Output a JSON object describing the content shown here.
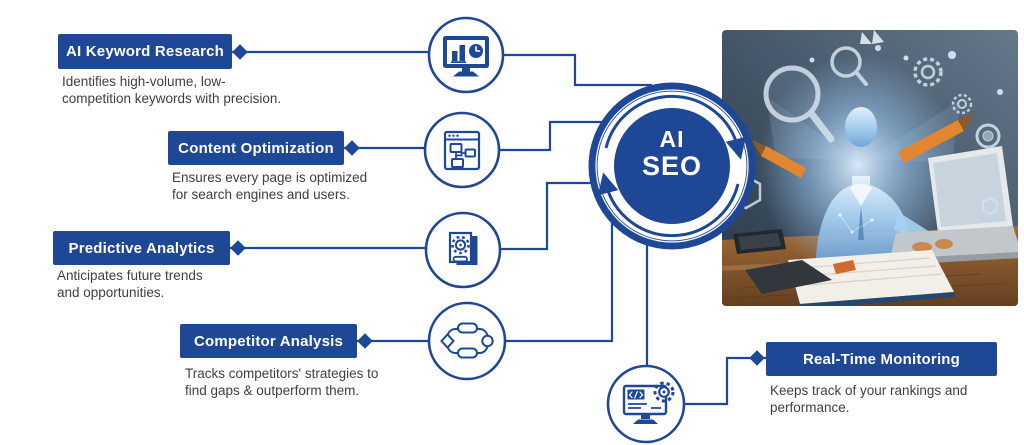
{
  "title": "AI SEO infographic",
  "colors": {
    "primary_blue": "#1e4896",
    "description_text": "#3f3f3f",
    "background": "#ffffff",
    "pencil_orange": "#e2862f"
  },
  "center_badge": {
    "line1": "AI",
    "line2": "SEO",
    "icon": "circular-arrows-cycle-icon"
  },
  "features": [
    {
      "label": "AI Keyword Research",
      "description": "Identifies high-volume, low-\ncompetition keywords with precision.",
      "icon": "bar-chart-monitor-icon"
    },
    {
      "label": "Content Optimization",
      "description": "Ensures every page is optimized\nfor search engines and users.",
      "icon": "sitemap-browser-icon"
    },
    {
      "label": "Predictive Analytics",
      "description": "Anticipates future trends\nand opportunities.",
      "icon": "gear-report-icon"
    },
    {
      "label": "Competitor Analysis",
      "description": "Tracks competitors' strategies to\nfind gaps & outperform them.",
      "icon": "workflow-diagram-icon"
    },
    {
      "label": "Real-Time Monitoring",
      "description": "Keeps track of your rankings and\nperformance.",
      "icon": "code-monitor-gear-icon"
    }
  ],
  "illustration": {
    "description": "Glowing digital person working on a laptop at a wooden desk surrounded by floating SEO icons"
  }
}
